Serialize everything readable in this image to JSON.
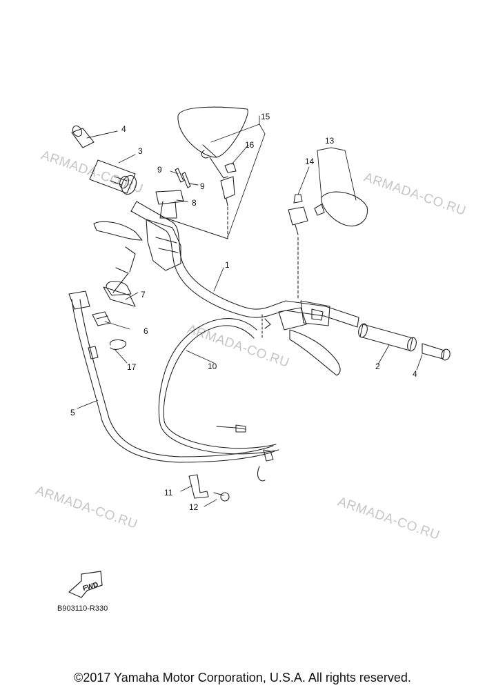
{
  "watermark_text": "ARMADA-CO.RU",
  "callouts": {
    "p1": "1",
    "p2": "2",
    "p3": "3",
    "p4a": "4",
    "p4b": "4",
    "p5": "5",
    "p6": "6",
    "p7": "7",
    "p8": "8",
    "p9a": "9",
    "p9b": "9",
    "p10": "10",
    "p11": "11",
    "p12": "12",
    "p13": "13",
    "p14": "14",
    "p15": "15",
    "p16": "16",
    "p17": "17"
  },
  "fwd_label": "FWD",
  "reference_code": "B903110-R330",
  "copyright": "©2017 Yamaha Motor Corporation, U.S.A. All rights reserved.",
  "colors": {
    "line": "#222222",
    "watermark": "#c6c6c6",
    "background": "#ffffff"
  }
}
